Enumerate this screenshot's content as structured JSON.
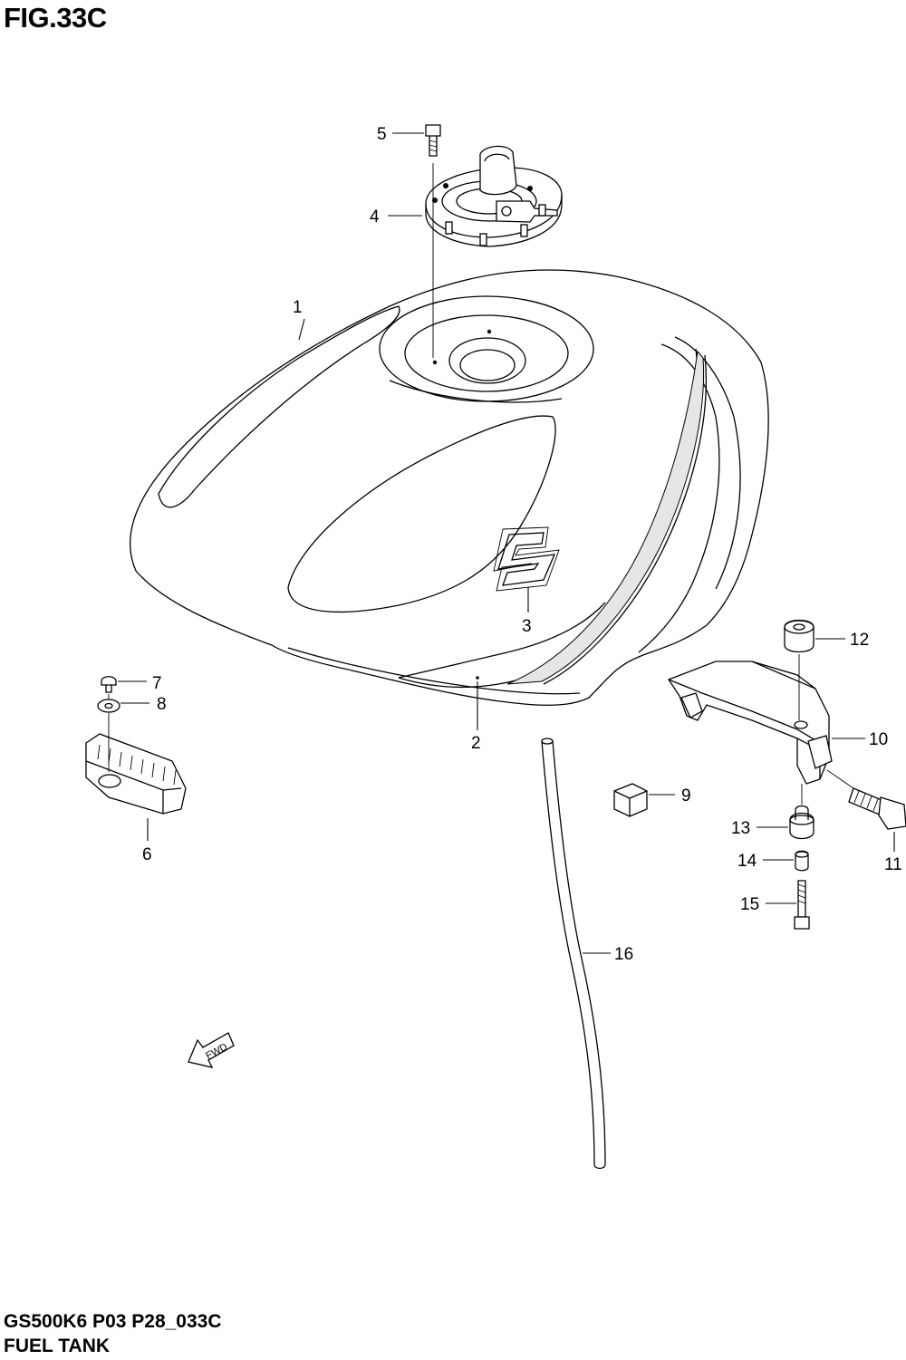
{
  "figure": {
    "title": "FIG.33C"
  },
  "footer": {
    "model_code": "GS500K6 P03 P28_033C",
    "section_title": "FUEL TANK"
  },
  "arrow": {
    "label": "FWD",
    "icon": "forward-arrow-icon"
  },
  "callouts": {
    "c1": "1",
    "c2": "2",
    "c3": "3",
    "c4": "4",
    "c5": "5",
    "c6": "6",
    "c7": "7",
    "c8": "8",
    "c9": "9",
    "c10": "10",
    "c11": "11",
    "c12": "12",
    "c13": "13",
    "c14": "14",
    "c15": "15",
    "c16": "16"
  }
}
